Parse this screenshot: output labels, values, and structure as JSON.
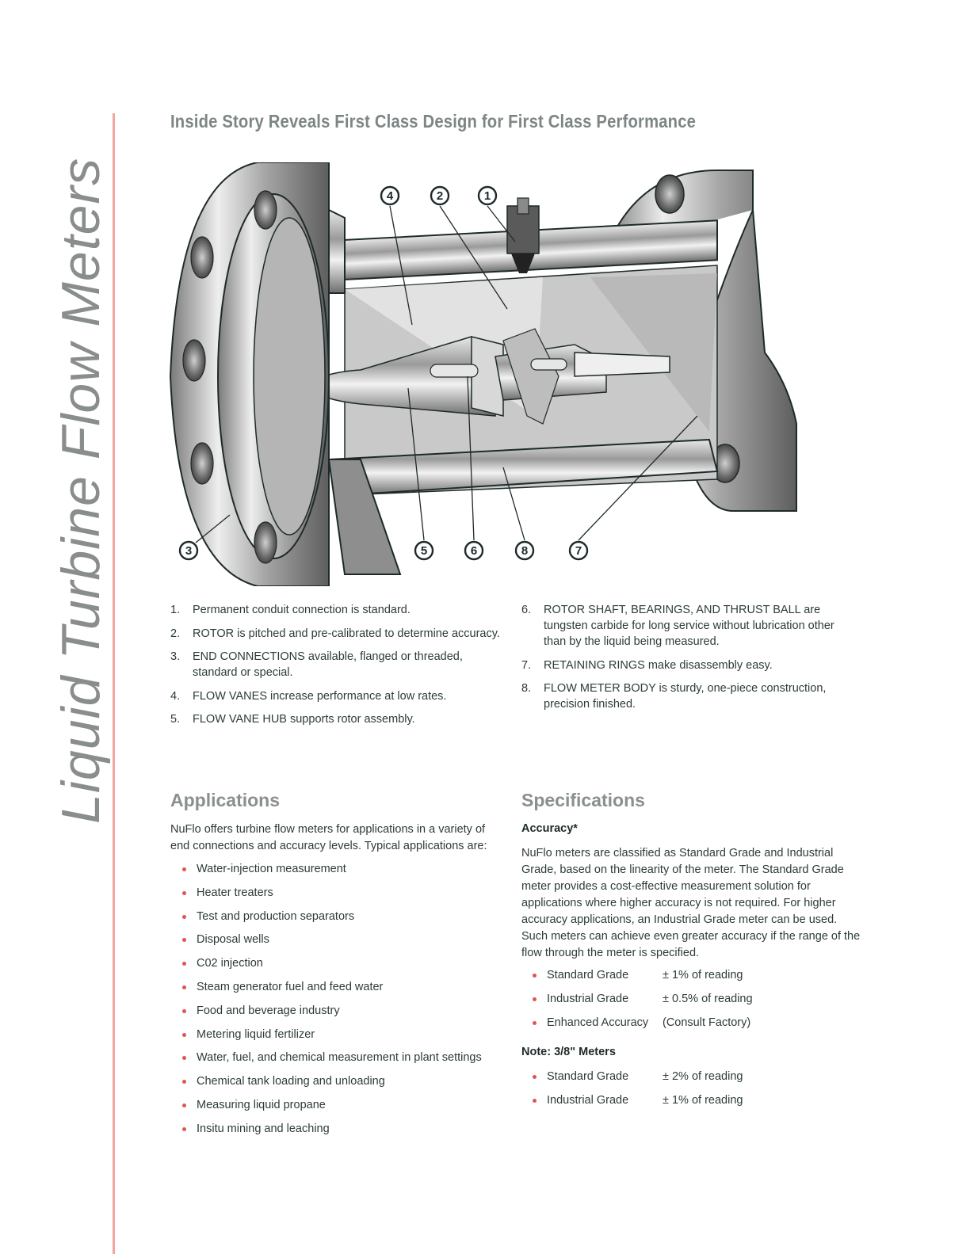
{
  "side_title": "Liquid Turbine Flow Meters",
  "heading": "Inside Story Reveals First Class Design for First Class Performance",
  "diagram": {
    "alt": "Cutaway illustration of a liquid turbine flow meter",
    "callouts": [
      "1",
      "2",
      "3",
      "4",
      "5",
      "6",
      "7",
      "8"
    ]
  },
  "features": {
    "left": [
      {
        "num": "1.",
        "text": "Permanent conduit connection is standard."
      },
      {
        "num": "2.",
        "text": "ROTOR is pitched and pre-calibrated to determine accuracy."
      },
      {
        "num": "3.",
        "text": "END CONNECTIONS available, flanged or threaded, standard or special."
      },
      {
        "num": "4.",
        "text": "FLOW VANES increase performance at low rates."
      },
      {
        "num": "5.",
        "text": "FLOW VANE HUB supports rotor assembly."
      }
    ],
    "right": [
      {
        "num": "6.",
        "text": "ROTOR SHAFT, BEARINGS, AND THRUST BALL are tungsten carbide for long service without lubrication other than by the liquid being measured."
      },
      {
        "num": "7.",
        "text": "RETAINING RINGS make disassembly easy."
      },
      {
        "num": "8.",
        "text": "FLOW METER BODY is sturdy, one-piece construction, precision finished."
      }
    ]
  },
  "applications": {
    "title": "Applications",
    "intro": "NuFlo offers turbine flow meters for applications in a variety of end connections and accuracy levels. Typical applications are:",
    "items": [
      "Water-injection measurement",
      "Heater treaters",
      "Test and production separators",
      "Disposal wells",
      "C02 injection",
      "Steam generator fuel and feed water",
      "Food and beverage industry",
      "Metering liquid fertilizer",
      "Water, fuel, and chemical measurement in plant settings",
      "Chemical tank loading and unloading",
      "Measuring liquid propane",
      "Insitu mining and leaching"
    ]
  },
  "specifications": {
    "title": "Specifications",
    "accuracy_heading": "Accuracy*",
    "accuracy_text": "NuFlo meters are classified as Standard Grade and Industrial Grade, based on the linearity of the meter. The Standard Grade meter provides a cost-effective measurement solution for applications where higher accuracy is not required. For higher accuracy applications, an Industrial Grade meter can be used. Such meters can achieve even greater accuracy if the range of the flow through the meter is specified.",
    "grades": [
      {
        "label": "Standard Grade",
        "value": "± 1% of reading"
      },
      {
        "label": "Industrial Grade",
        "value": "± 0.5% of reading"
      },
      {
        "label": "Enhanced Accuracy",
        "value": "(Consult Factory)"
      }
    ],
    "note_heading": "Note: 3/8\" Meters",
    "note_grades": [
      {
        "label": "Standard Grade",
        "value": "± 2% of reading"
      },
      {
        "label": "Industrial Grade",
        "value": "± 1% of reading"
      }
    ]
  },
  "colors": {
    "accent_rule": "#f2a6a2",
    "bullet": "#e0554e",
    "heading_gray": "#8a8f8f",
    "body_text": "#2d3b3b"
  }
}
